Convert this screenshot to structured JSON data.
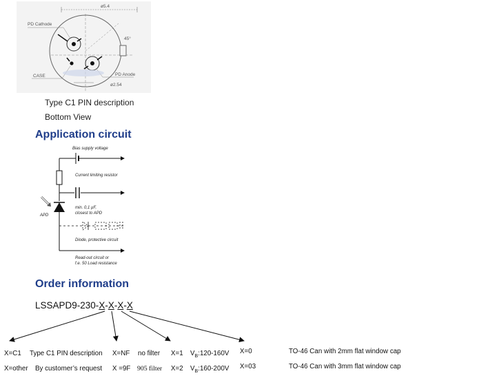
{
  "pin_diagram": {
    "labels": {
      "diameter_outer": "ø5.4",
      "pd_cathode": "PD Cathode",
      "angle": "45°",
      "case": "CASE",
      "pd_anode": "PD Anode",
      "pitch": "ø2.54"
    },
    "caption_line1": "Type C1 PIN description",
    "caption_line2": "Bottom View"
  },
  "application_circuit": {
    "heading": "Application circuit",
    "labels": {
      "bias": "Bias supply voltage",
      "resistor": "Current limiting resistor",
      "cap_line1": "min. 0,1 µF,",
      "cap_line2": "closest to APD",
      "apd": "APD",
      "diode": "Diode, protective circuit",
      "readout_line1": "Read-out circuit or",
      "readout_line2": "f.e. 50 Load resistance"
    }
  },
  "order_information": {
    "heading": "Order information",
    "part_prefix": "LSSAPD9-230-",
    "part_fields": [
      "X",
      "X",
      "X",
      "X"
    ],
    "part_sep": "-",
    "rows": [
      {
        "c1_code": "X=C1",
        "c1_desc": "Type C1 PIN description",
        "c2_code": "X=NF",
        "c2_desc": "no filter",
        "c3_code": "X=1",
        "c3_desc": "V",
        "c3_sub": "B",
        "c3_range": ":120-160V",
        "c4_code": "X=0",
        "c4_desc": "TO-46 Can with 2mm flat window cap"
      },
      {
        "c1_code": "X=other",
        "c1_desc": "By customer’s request",
        "c2_code": "X =9F",
        "c2_desc": "905 filter",
        "c3_code": "X=2",
        "c3_desc": "V",
        "c3_sub": "B",
        "c3_range": ":160-200V",
        "c4_code": "X=03",
        "c4_desc": "TO-46 Can with 3mm flat window cap"
      }
    ]
  }
}
